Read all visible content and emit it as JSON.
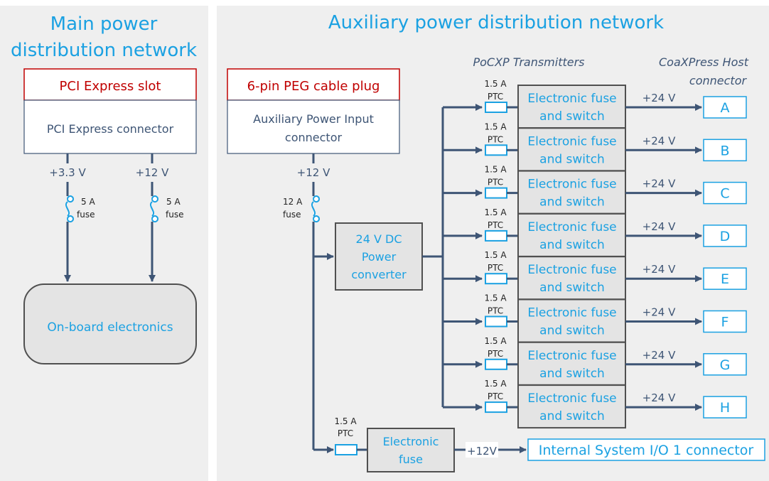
{
  "colors": {
    "panel": "#efefef",
    "accent": "#1ba1e2",
    "red": "#c00000",
    "line": "#3e5575",
    "dark_text": "#3e5575",
    "box_fill": "#e4e4e4",
    "box_border": "#505050"
  },
  "main": {
    "title_line1": "Main power",
    "title_line2": "distribution network",
    "slot_label": "PCI Express slot",
    "connector_label": "PCI Express connector",
    "v1": "+3.3 V",
    "v2": "+12 V",
    "fuse1_a": "5 A",
    "fuse1_b": "fuse",
    "fuse2_a": "5 A",
    "fuse2_b": "fuse",
    "electronics": "On-board electronics"
  },
  "aux": {
    "title": "Auxiliary power distribution network",
    "plug_label": "6-pin PEG cable plug",
    "input_line1": "Auxiliary Power Input",
    "input_line2": "connector",
    "voltage": "+12 V",
    "fuse_a": "12 A",
    "fuse_b": "fuse",
    "converter_line1": "24 V DC",
    "converter_line2": "Power",
    "converter_line3": "converter",
    "transmitters_header": "PoCXP Transmitters",
    "host_header_line1": "CoaXPress Host",
    "host_header_line2": "connector",
    "channels": [
      {
        "ptc_a": "1.5 A",
        "ptc_b": "PTC",
        "fuse_l1": "Electronic fuse",
        "fuse_l2": "and switch",
        "voltage": "+24 V",
        "port": "A"
      },
      {
        "ptc_a": "1.5 A",
        "ptc_b": "PTC",
        "fuse_l1": "Electronic fuse",
        "fuse_l2": "and switch",
        "voltage": "+24 V",
        "port": "B"
      },
      {
        "ptc_a": "1.5 A",
        "ptc_b": "PTC",
        "fuse_l1": "Electronic fuse",
        "fuse_l2": "and switch",
        "voltage": "+24 V",
        "port": "C"
      },
      {
        "ptc_a": "1.5 A",
        "ptc_b": "PTC",
        "fuse_l1": "Electronic fuse",
        "fuse_l2": "and switch",
        "voltage": "+24 V",
        "port": "D"
      },
      {
        "ptc_a": "1.5 A",
        "ptc_b": "PTC",
        "fuse_l1": "Electronic fuse",
        "fuse_l2": "and switch",
        "voltage": "+24 V",
        "port": "E"
      },
      {
        "ptc_a": "1.5 A",
        "ptc_b": "PTC",
        "fuse_l1": "Electronic fuse",
        "fuse_l2": "and switch",
        "voltage": "+24 V",
        "port": "F"
      },
      {
        "ptc_a": "1.5 A",
        "ptc_b": "PTC",
        "fuse_l1": "Electronic fuse",
        "fuse_l2": "and switch",
        "voltage": "+24 V",
        "port": "G"
      },
      {
        "ptc_a": "1.5 A",
        "ptc_b": "PTC",
        "fuse_l1": "Electronic fuse",
        "fuse_l2": "and switch",
        "voltage": "+24 V",
        "port": "H"
      }
    ],
    "io": {
      "ptc_a": "1.5 A",
      "ptc_b": "PTC",
      "fuse_l1": "Electronic",
      "fuse_l2": "fuse",
      "voltage": "+12V",
      "connector": "Internal System I/O 1 connector"
    }
  }
}
